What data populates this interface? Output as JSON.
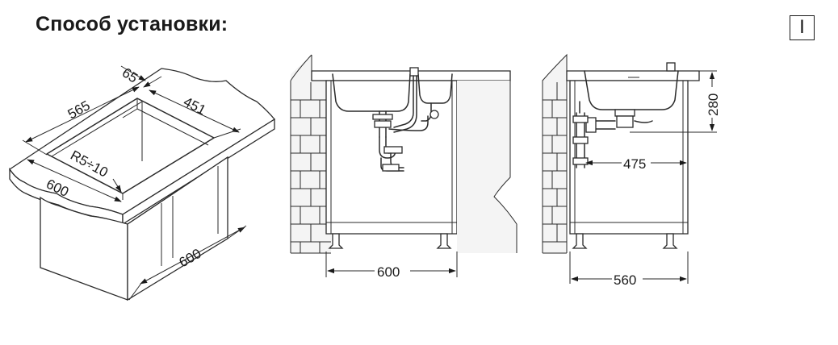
{
  "title": "Способ установки:",
  "badge": "I",
  "diagram_labels": {
    "dim_65": "65",
    "dim_565": "565",
    "dim_451": "451",
    "dim_radius": "R5÷10",
    "dim_600_top": "600",
    "dim_600_side": "600",
    "dim_600_front": "600",
    "dim_280": "280",
    "dim_475": "475",
    "dim_560": "560"
  }
}
